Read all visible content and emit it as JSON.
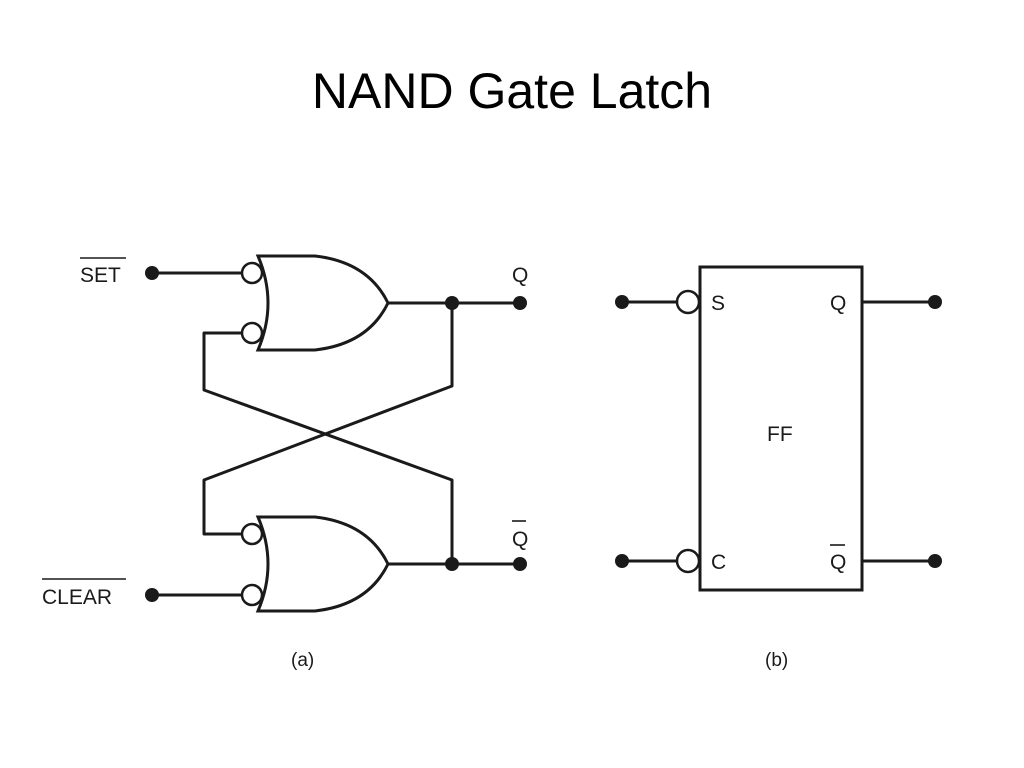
{
  "slide": {
    "title": "NAND Gate Latch"
  },
  "panel_a": {
    "set_label": "SET",
    "clear_label": "CLEAR",
    "q_label": "Q",
    "qbar_label": "Q",
    "caption": "(a)"
  },
  "panel_b": {
    "box_label": "FF",
    "s_label": "S",
    "c_label": "C",
    "q_label": "Q",
    "qbar_label": "Q",
    "caption": "(b)"
  },
  "colors": {
    "ink": "#1a1a1a",
    "background": "#ffffff"
  }
}
